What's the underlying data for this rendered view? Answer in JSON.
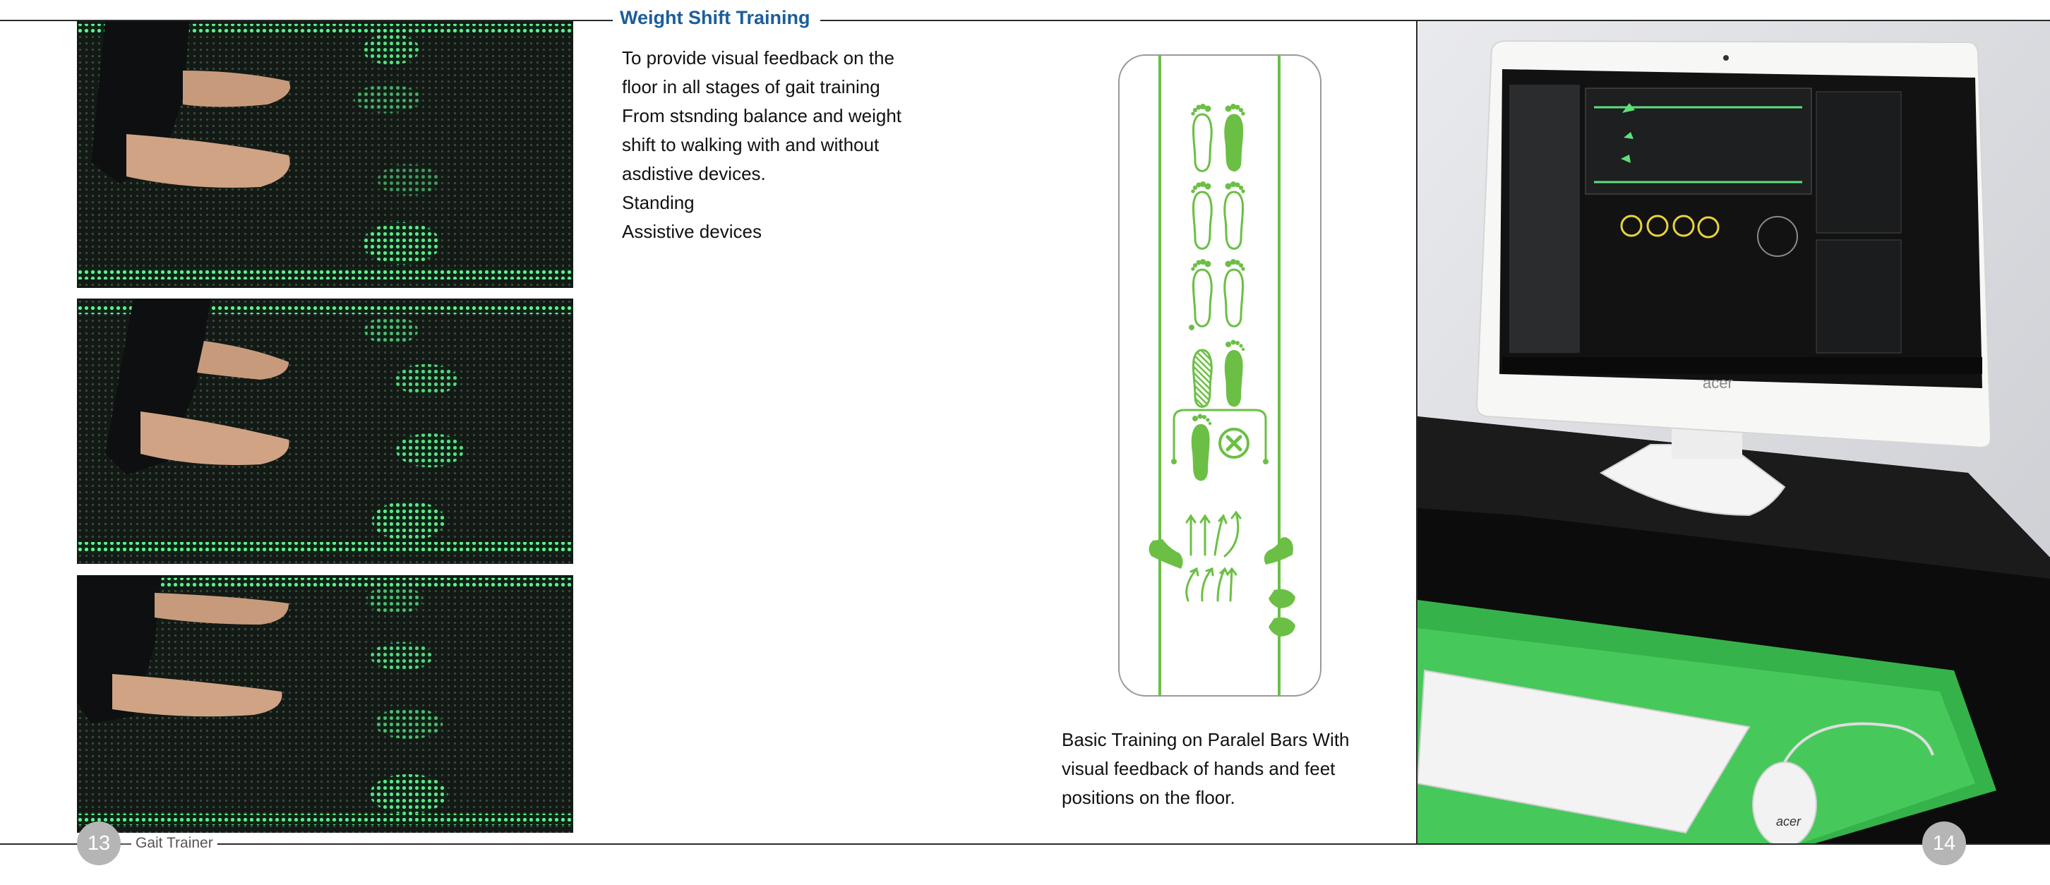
{
  "section": {
    "title": "Weight Shift Training"
  },
  "body_paragraphs": [
    "To provide visual feedback on the",
    "floor in all stages of gait training",
    "From stsnding balance and weight",
    "shift to walking with and without",
    "asdistive devices.",
    "Standing",
    "Assistive devices"
  ],
  "caption_lines": [
    "Basic Training on Paralel Bars With",
    "visual feedback of hands and feet",
    "positions on the floor."
  ],
  "footer": {
    "left_page": "13",
    "right_page": "14",
    "label": "Gait Trainer"
  },
  "monitor": {
    "brand": "acer",
    "mouse_brand": "acer"
  },
  "colors": {
    "title_blue": "#1c5d9c",
    "feedback_green": "#6cbf45",
    "led_green": "#3fe07a",
    "rule": "#2a2a2a",
    "page_badge": "#b5b5b5"
  },
  "icons": [
    "feet-pair-icon",
    "foot-left-hatched-icon",
    "foot-cross-icon",
    "direction-arrows-icon",
    "hand-icon"
  ]
}
